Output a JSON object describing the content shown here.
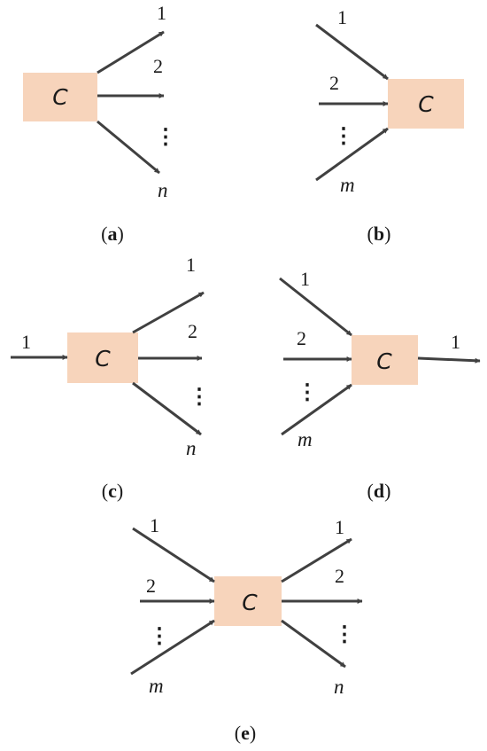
{
  "box_label": "C",
  "labels": {
    "one": "1",
    "two": "2",
    "n": "n",
    "m": "m",
    "vdots": "⋮"
  },
  "captions": {
    "a": "a",
    "b": "b",
    "c": "c",
    "d": "d",
    "e": "e"
  },
  "colors": {
    "box_fill": "#f7d4bb",
    "arrow": "#404040",
    "text": "#1a1a1a"
  }
}
